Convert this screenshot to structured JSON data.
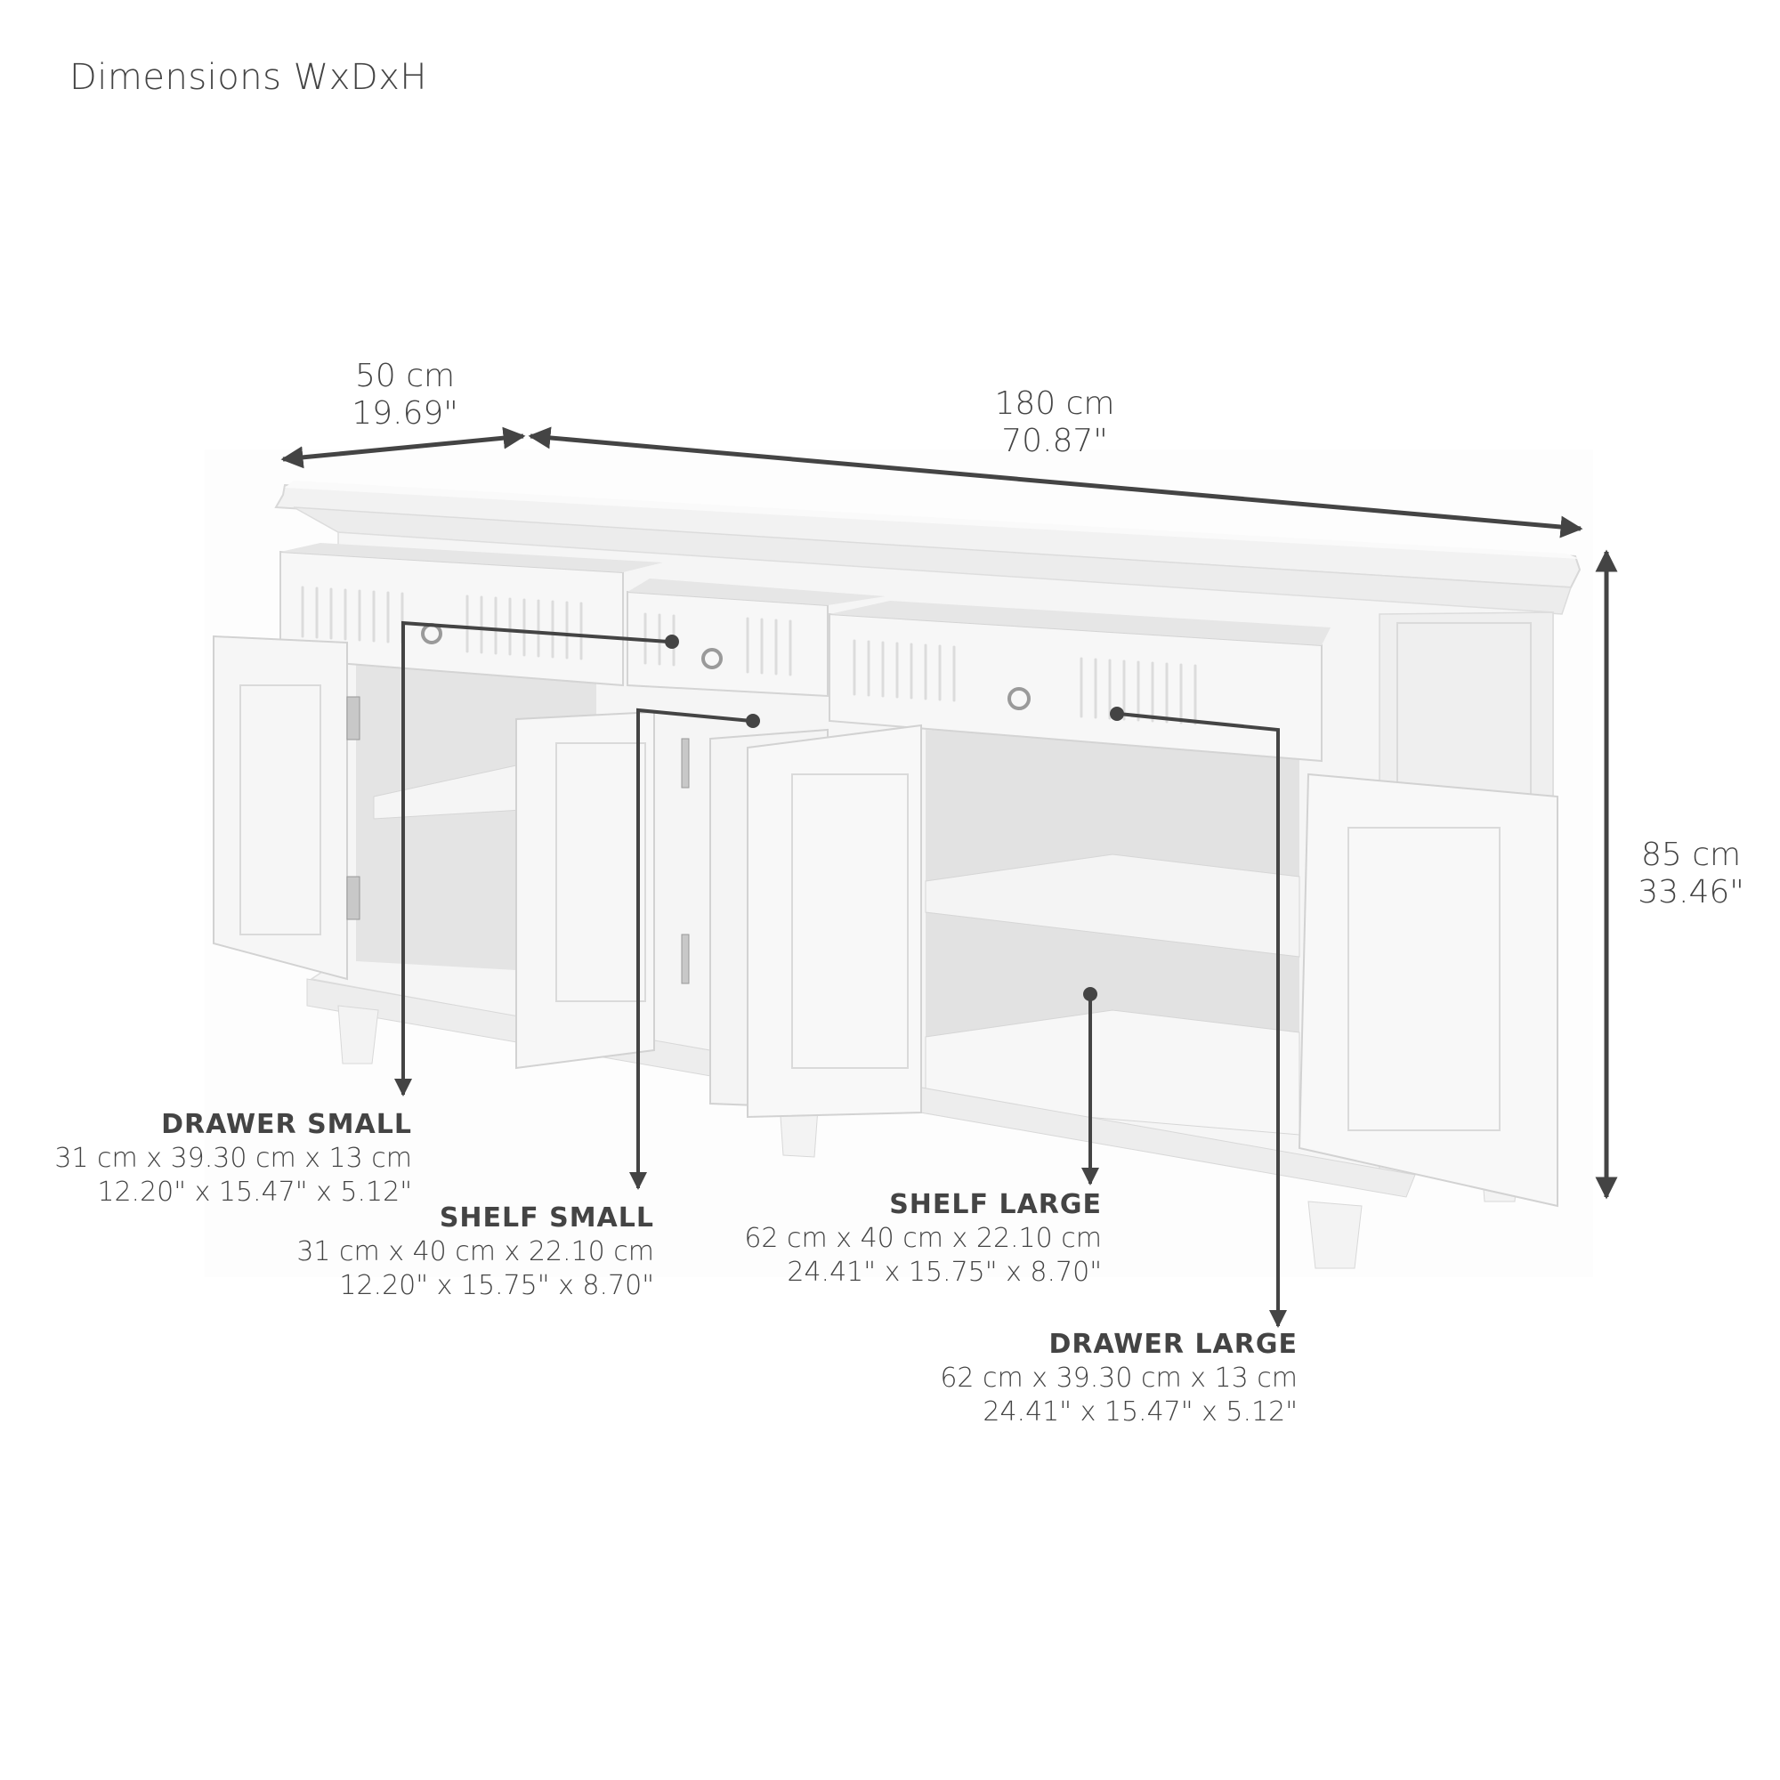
{
  "title": "Dimensions WxDxH",
  "overall": {
    "depth": {
      "cm": "50 cm",
      "in": "19.69\""
    },
    "width": {
      "cm": "180 cm",
      "in": "70.87\""
    },
    "height": {
      "cm": "85 cm",
      "in": "33.46\""
    }
  },
  "callouts": [
    {
      "name": "DRAWER SMALL",
      "metric": "31 cm x 39.30 cm x 13 cm",
      "imperial": "12.20\" x 15.47\" x 5.12\""
    },
    {
      "name": "SHELF SMALL",
      "metric": "31 cm x 40 cm x 22.10 cm",
      "imperial": "12.20\" x 15.75\" x 8.70\""
    },
    {
      "name": "SHELF LARGE",
      "metric": "62 cm x 40 cm x 22.10 cm",
      "imperial": "24.41\" x 15.75\" x 8.70\""
    },
    {
      "name": "DRAWER LARGE",
      "metric": "62 cm x 39.30 cm x 13 cm",
      "imperial": "24.41\" x 15.47\" x 5.12\""
    }
  ],
  "colors": {
    "annotation": "#444444",
    "furniture": "#f4f4f4",
    "shadow": "#d9d9d9"
  }
}
